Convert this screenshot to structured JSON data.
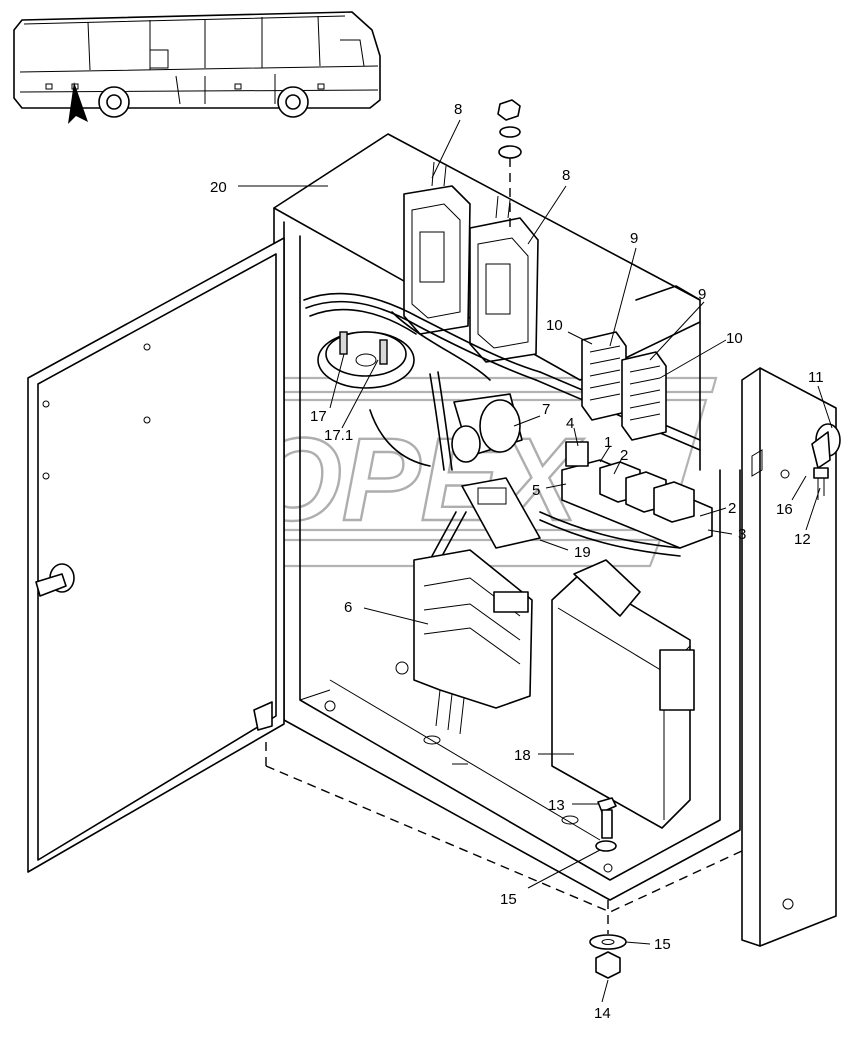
{
  "watermark": "OPEX",
  "labels": [
    {
      "id": "20",
      "text": "20"
    },
    {
      "id": "8a",
      "text": "8"
    },
    {
      "id": "8b",
      "text": "8"
    },
    {
      "id": "9a",
      "text": "9"
    },
    {
      "id": "9b",
      "text": "9"
    },
    {
      "id": "10a",
      "text": "10"
    },
    {
      "id": "10b",
      "text": "10"
    },
    {
      "id": "11",
      "text": "11"
    },
    {
      "id": "7",
      "text": "7"
    },
    {
      "id": "4",
      "text": "4"
    },
    {
      "id": "1",
      "text": "1"
    },
    {
      "id": "2a",
      "text": "2"
    },
    {
      "id": "5",
      "text": "5"
    },
    {
      "id": "2b",
      "text": "2"
    },
    {
      "id": "3",
      "text": "3"
    },
    {
      "id": "17",
      "text": "17"
    },
    {
      "id": "17.1",
      "text": "17.1"
    },
    {
      "id": "16",
      "text": "16"
    },
    {
      "id": "12",
      "text": "12"
    },
    {
      "id": "19",
      "text": "19"
    },
    {
      "id": "6",
      "text": "6"
    },
    {
      "id": "18",
      "text": "18"
    },
    {
      "id": "13",
      "text": "13"
    },
    {
      "id": "15a",
      "text": "15"
    },
    {
      "id": "15b",
      "text": "15"
    },
    {
      "id": "14",
      "text": "14"
    }
  ]
}
